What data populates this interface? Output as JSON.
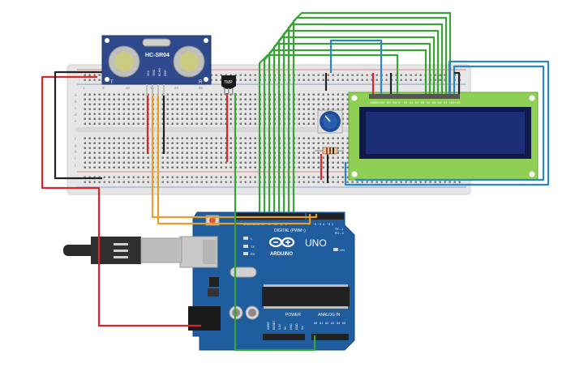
{
  "sensor": {
    "model": "HC-SR04",
    "left_mark": "T",
    "right_mark": "R",
    "pins": [
      "VCC",
      "TRIG",
      "ECHO",
      "GND"
    ]
  },
  "temp_sensor": {
    "label": "TMP"
  },
  "breadboard": {
    "row_letters": [
      "a",
      "b",
      "c",
      "d",
      "e",
      "f",
      "g",
      "h",
      "i",
      "j"
    ],
    "column_numbers": [
      "1",
      "5",
      "10",
      "15",
      "20",
      "25",
      "30"
    ]
  },
  "lcd": {
    "pins": [
      "GND",
      "VCC",
      "V0",
      "RS",
      "RW",
      "E",
      "D0",
      "D1",
      "D2",
      "D3",
      "D4",
      "D5",
      "D6",
      "D7",
      "LED",
      "LED"
    ]
  },
  "arduino": {
    "brand": "ARDUINO",
    "model": "UNO",
    "digital_header": "DIGITAL (PWM~)",
    "analog_header": "ANALOG IN",
    "power_header": "POWER",
    "tx": "TX",
    "rx": "RX",
    "led_l": "L",
    "on_label": "ON",
    "aref": "AREF",
    "gnd": "GND",
    "digital_pins": [
      "13",
      "12",
      "~11",
      "~10",
      "~9",
      "8",
      "7",
      "~6",
      "~5",
      "4",
      "~3",
      "2",
      "TX→1",
      "RX←0"
    ],
    "power_pins": [
      "IOREF",
      "RESET",
      "3.3V",
      "5V",
      "GND",
      "GND",
      "Vin"
    ],
    "analog_pins": [
      "A0",
      "A1",
      "A2",
      "A3",
      "A4",
      "A5"
    ]
  },
  "colors": {
    "wire_red": "#d9262b",
    "wire_black": "#222222",
    "wire_green": "#3aa335",
    "wire_blue": "#2a86c7",
    "wire_orange": "#e8a02a",
    "board_blue": "#1f5d9e",
    "lcd_green": "#8fcf56",
    "lcd_screen": "#1d2e78",
    "breadboard": "#e6e6e6"
  }
}
